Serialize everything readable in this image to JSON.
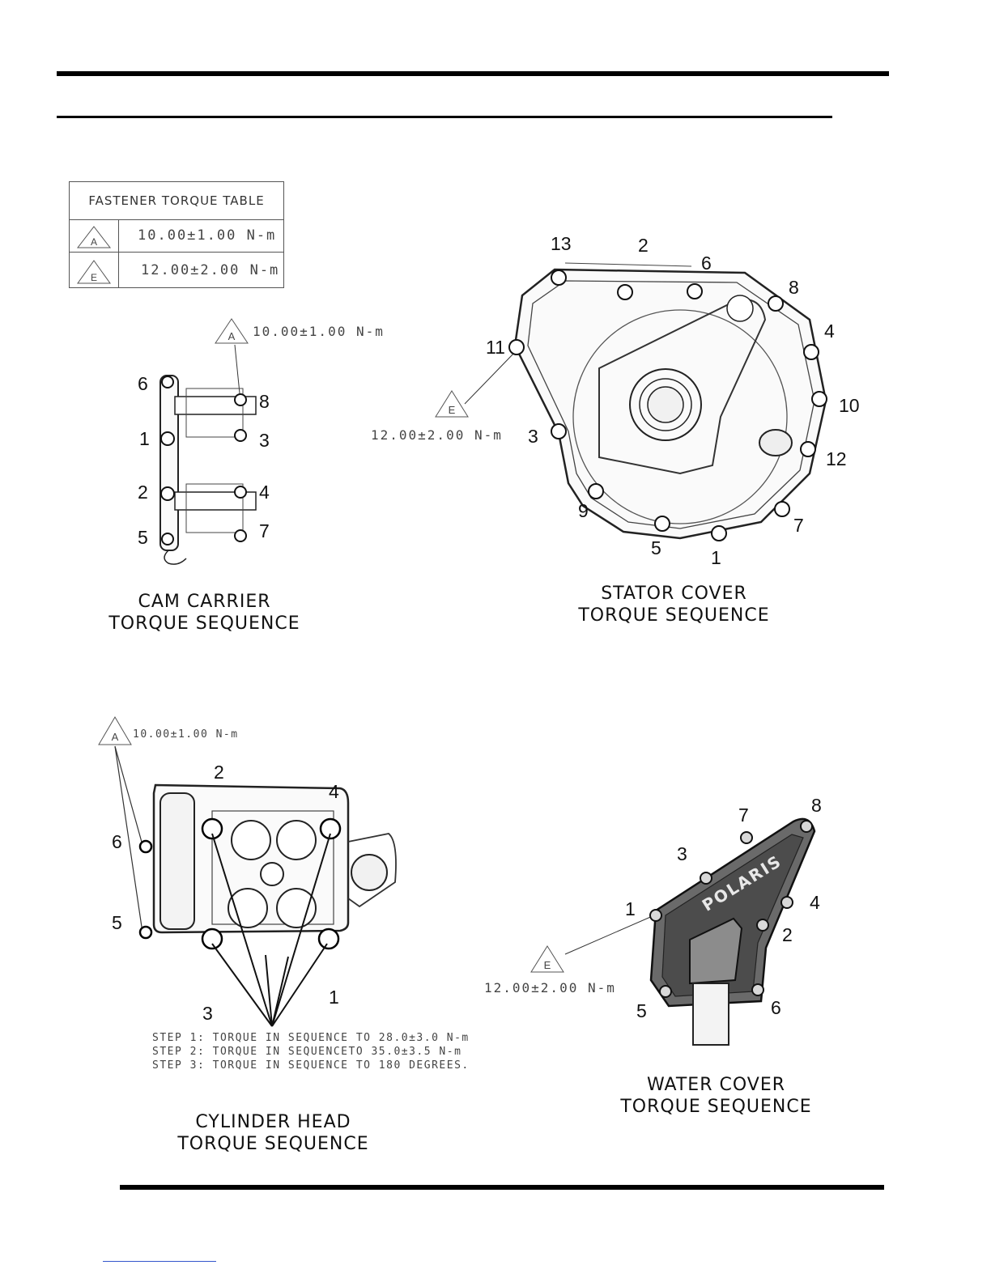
{
  "torque_table": {
    "title": "FASTENER TORQUE TABLE",
    "rows": [
      {
        "symbol": "A",
        "value": "10.00±1.00 N-m"
      },
      {
        "symbol": "E",
        "value": "12.00±2.00 N-m"
      }
    ]
  },
  "cam_carrier": {
    "caption_line1": "CAM CARRIER",
    "caption_line2": "TORQUE SEQUENCE",
    "callout_symbol": "A",
    "callout_value": "10.00±1.00 N-m",
    "bolt_labels": [
      "6",
      "8",
      "1",
      "3",
      "2",
      "4",
      "5",
      "7"
    ]
  },
  "stator_cover": {
    "caption_line1": "STATOR COVER",
    "caption_line2": "TORQUE SEQUENCE",
    "callout_symbol": "E",
    "callout_value": "12.00±2.00 N-m",
    "bolt_labels": [
      "13",
      "2",
      "6",
      "8",
      "11",
      "4",
      "10",
      "3",
      "12",
      "9",
      "7",
      "5",
      "1"
    ]
  },
  "cylinder_head": {
    "caption_line1": "CYLINDER HEAD",
    "caption_line2": "TORQUE SEQUENCE",
    "callout_symbol": "A",
    "callout_value": "10.00±1.00 N-m",
    "bolt_labels": [
      "2",
      "4",
      "6",
      "5",
      "3",
      "1"
    ],
    "steps": [
      "STEP 1: TORQUE IN SEQUENCE TO 28.0±3.0 N-m",
      "STEP 2: TORQUE IN SEQUENCETO 35.0±3.5 N-m",
      "STEP 3: TORQUE IN SEQUENCE TO 180 DEGREES."
    ]
  },
  "water_cover": {
    "caption_line1": "WATER COVER",
    "caption_line2": "TORQUE SEQUENCE",
    "callout_symbol": "E",
    "callout_value": "12.00±2.00 N-m",
    "brand": "POLARIS",
    "bolt_labels": [
      "7",
      "8",
      "3",
      "1",
      "4",
      "2",
      "5",
      "6"
    ]
  }
}
